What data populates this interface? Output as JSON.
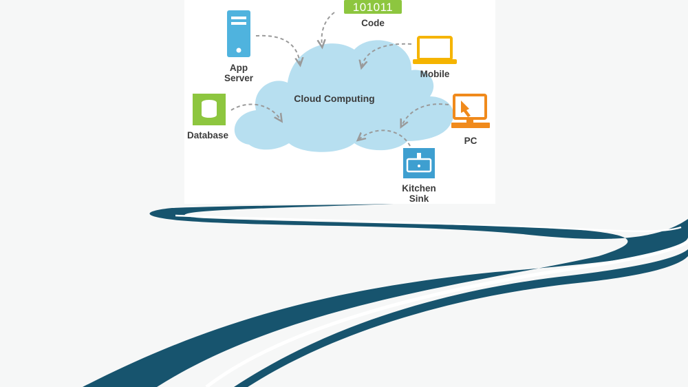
{
  "diagram": {
    "center_label": "Cloud Computing",
    "code_badge": "101011",
    "nodes": {
      "code": "Code",
      "app_server_line1": "App",
      "app_server_line2": "Server",
      "mobile": "Mobile",
      "database": "Database",
      "pc": "PC",
      "kitchen_sink_line1": "Kitchen",
      "kitchen_sink_line2": "Sink"
    }
  },
  "colors": {
    "cloud": "#b7dff0",
    "server": "#4fb3de",
    "database": "#8dc63f",
    "mobile": "#f5b400",
    "pc": "#f08a1c",
    "sink": "#3e9fd0",
    "road": "#17546e",
    "arrow": "#9a9a9a"
  },
  "icons": [
    "server-icon",
    "database-icon",
    "laptop-icon",
    "desktop-pc-icon",
    "sink-icon",
    "code-badge-icon",
    "road-illustration"
  ]
}
